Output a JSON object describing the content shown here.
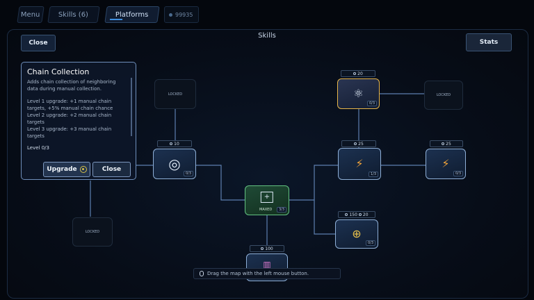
{
  "topbar": {
    "menu_label": "Menu",
    "skills_label": "Skills (6)",
    "platforms_label": "Platforms",
    "currency_value": "99935"
  },
  "panel": {
    "title": "Skills",
    "close_label": "Close",
    "stats_label": "Stats"
  },
  "tooltip": {
    "title": "Chain Collection",
    "description": "Adds chain collection of neighboring data during manual collection.",
    "levels": "Level 1 upgrade: +1 manual chain targets, +5% manual chain chance\nLevel 2 upgrade: +2 manual chain targets\nLevel 3 upgrade: +3 manual chain targets",
    "level_status": "Level 0/3",
    "upgrade_label": "Upgrade",
    "close_label": "Close"
  },
  "nodes": {
    "locked_label": "LOCKED",
    "maxed_label": "MAXED",
    "center_count": "3/3",
    "chain_cost": "10",
    "chain_count": "0/3",
    "gold_cost": "20",
    "gold_count": "0/3",
    "bolt_a_cost": "25",
    "bolt_a_count": "1/3",
    "bolt_b_cost": "25",
    "bolt_b_count": "0/3",
    "target_cost_a": "150",
    "target_cost_b": "20",
    "target_count": "0/3",
    "bottom_cost": "100"
  },
  "hint": {
    "text": "Drag the map with the left mouse button."
  },
  "colors": {
    "accent_blue": "#8fb0d8",
    "gold": "#e8b64a",
    "green": "#63c281",
    "link_line": "#5d7fb0"
  }
}
